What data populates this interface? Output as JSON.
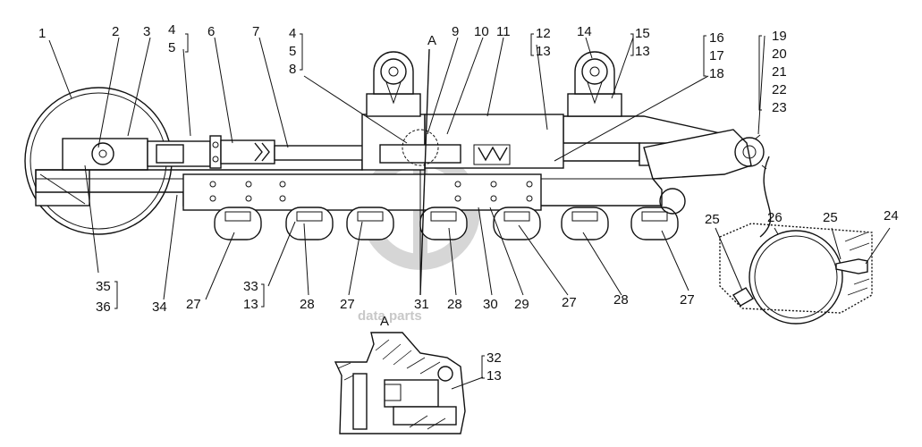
{
  "labels_main": {
    "l1": "1",
    "l2": "2",
    "l3": "3",
    "l4a": "4",
    "l5a": "5",
    "l6": "6",
    "l7": "7",
    "l4b": "4",
    "l5b": "5",
    "l8": "8",
    "lA": "A",
    "l9": "9",
    "l10": "10",
    "l11": "11",
    "l12": "12",
    "l13a": "13",
    "l14": "14",
    "l15": "15",
    "l13b": "13",
    "l16": "16",
    "l17": "17",
    "l18": "18",
    "l19": "19",
    "l20": "20",
    "l21": "21",
    "l22": "22",
    "l23": "23",
    "l35": "35",
    "l36": "36",
    "l34": "34",
    "l27a": "27",
    "l33": "33",
    "l13c": "13",
    "l28a": "28",
    "l27b": "27",
    "l31": "31",
    "l28b": "28",
    "l30": "30",
    "l29": "29",
    "l27c": "27",
    "l28c": "28",
    "l27d": "27"
  },
  "labels_detail": {
    "l25a": "25",
    "l26": "26",
    "l25b": "25",
    "l24": "24"
  },
  "labels_sectionA": {
    "title": "A",
    "l32": "32",
    "l13": "13"
  },
  "watermark": "data parts"
}
